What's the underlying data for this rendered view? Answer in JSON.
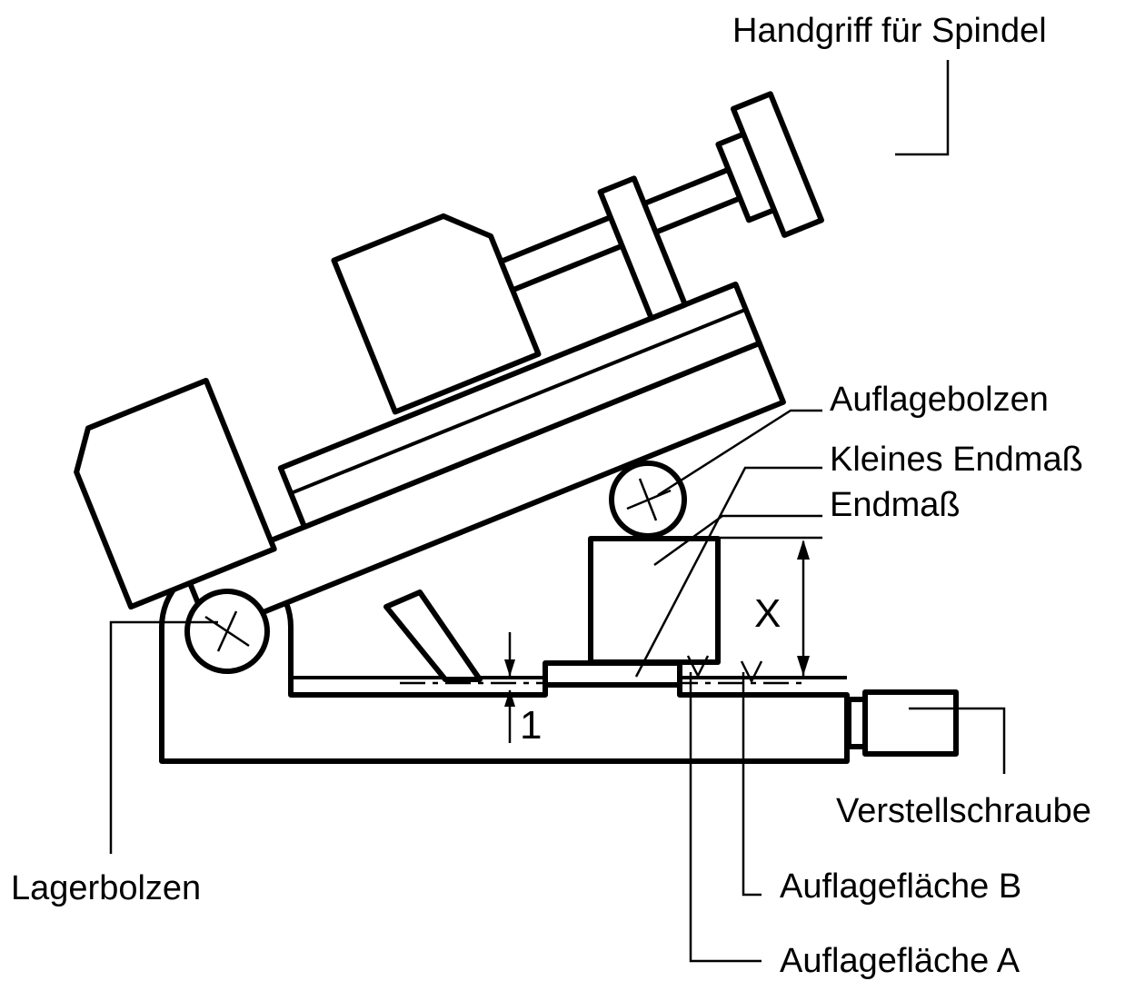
{
  "labels": {
    "handgriff": "Handgriff für Spindel",
    "auflagebolzen": "Auflagebolzen",
    "kleines_endmass": "Kleines Endmaß",
    "endmass": "Endmaß",
    "verstellschraube": "Verstellschraube",
    "lagerbolzen": "Lagerbolzen",
    "auflageflaeche_b": "Auflagefläche B",
    "auflageflaeche_a": "Auflagefläche A"
  },
  "dimensions": {
    "x": "X",
    "one": "1"
  }
}
